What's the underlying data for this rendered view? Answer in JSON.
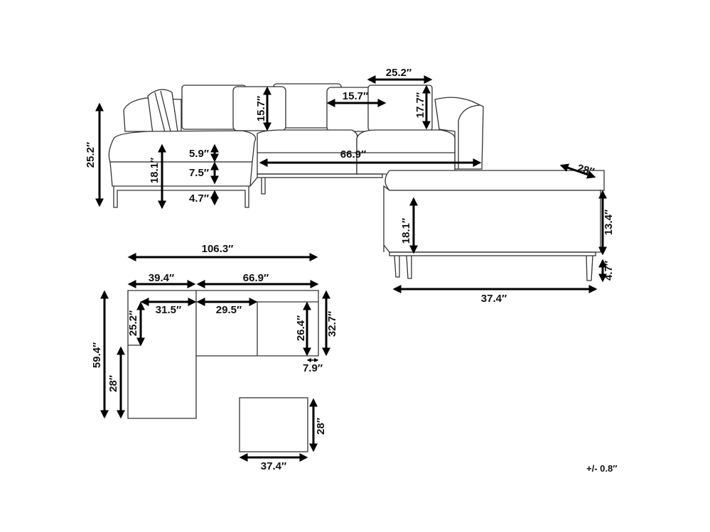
{
  "front_view": {
    "total_height": "25.2″",
    "seat_height": "18.1″",
    "seat_cushion": "5.9″",
    "base_height": "7.5″",
    "leg_height": "4.7″",
    "cushion_height": "15.7″",
    "cushion_width": "15.7″",
    "back_cushion_width": "25.2″",
    "back_cushion_height": "17.7″",
    "sofa_width": "66.9″"
  },
  "ottoman_view": {
    "depth": "28″",
    "height": "18.1″",
    "body_height": "13.4″",
    "leg_height": "4.7″",
    "width": "37.4″"
  },
  "top_view": {
    "total_width": "106.3″",
    "chaise_width": "39.4″",
    "sofa_width": "66.9″",
    "chaise_seat_width": "31.5″",
    "seat_width": "29.5″",
    "chaise_back_depth": "25.2″",
    "seat_depth": "26.4″",
    "sofa_depth": "32.7″",
    "arm_width": "7.9″",
    "total_depth": "59.4″",
    "chaise_extension": "28″",
    "ottoman_depth": "28″",
    "ottoman_width": "37.4″"
  },
  "tolerance": "+/- 0.8″"
}
